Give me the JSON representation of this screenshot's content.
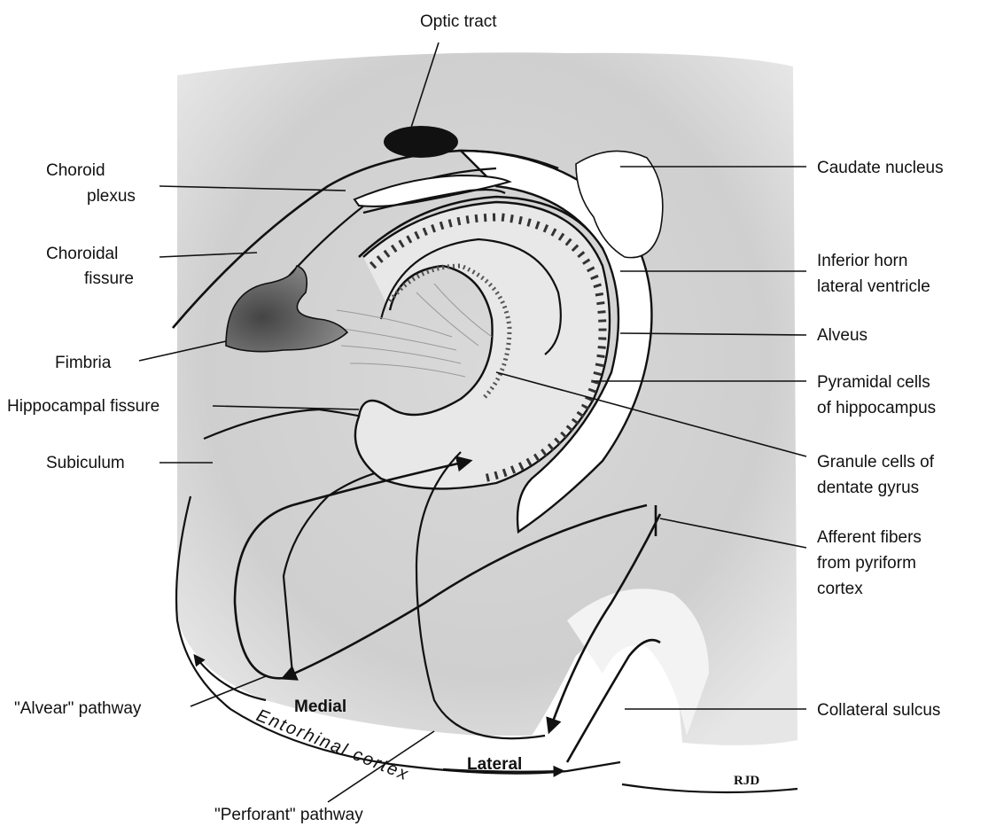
{
  "labels": {
    "optic_tract": "Optic tract",
    "choroid_plexus_1": "Choroid",
    "choroid_plexus_2": "plexus",
    "choroidal_fissure_1": "Choroidal",
    "choroidal_fissure_2": "fissure",
    "fimbria": "Fimbria",
    "hippocampal_fissure": "Hippocampal fissure",
    "subiculum": "Subiculum",
    "alvear_pathway": "\"Alvear\" pathway",
    "medial": "Medial",
    "entorhinal_cortex": "Entorhinal cortex",
    "lateral": "Lateral",
    "perforant_pathway": "\"Perforant\" pathway",
    "caudate_nucleus": "Caudate nucleus",
    "inferior_horn_1": "Inferior horn",
    "inferior_horn_2": "lateral ventricle",
    "alveus": "Alveus",
    "pyramidal_cells_1": "Pyramidal cells",
    "pyramidal_cells_2": "of hippocampus",
    "granule_cells_1": "Granule cells of",
    "granule_cells_2": "dentate gyrus",
    "afferent_fibers_1": "Afferent fibers",
    "afferent_fibers_2": "from pyriform",
    "afferent_fibers_3": "cortex",
    "collateral_sulcus": "Collateral sulcus",
    "signature": "RJD"
  }
}
